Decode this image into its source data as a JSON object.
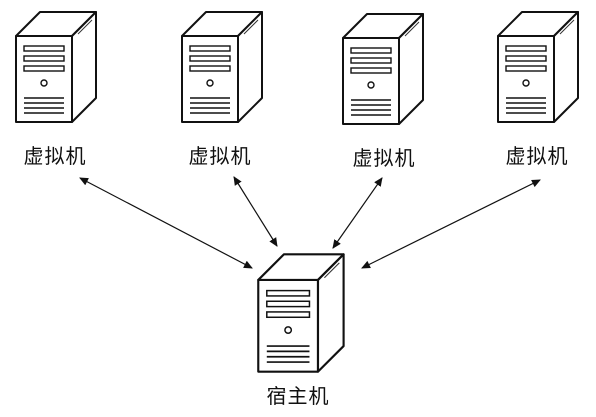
{
  "diagram": {
    "virtual_machines": [
      {
        "label": "虚拟机"
      },
      {
        "label": "虚拟机"
      },
      {
        "label": "虚拟机"
      },
      {
        "label": "虚拟机"
      }
    ],
    "host": {
      "label": "宿主机"
    },
    "connections": [
      {
        "from": "host",
        "to": "virtual_machines.0",
        "arrows": "both"
      },
      {
        "from": "host",
        "to": "virtual_machines.1",
        "arrows": "both"
      },
      {
        "from": "host",
        "to": "virtual_machines.2",
        "arrows": "both"
      },
      {
        "from": "host",
        "to": "virtual_machines.3",
        "arrows": "both"
      }
    ],
    "icon": "server-tower-icon",
    "colors": {
      "line": "#111111",
      "icon_stroke": "#111111",
      "background": "#ffffff"
    }
  }
}
